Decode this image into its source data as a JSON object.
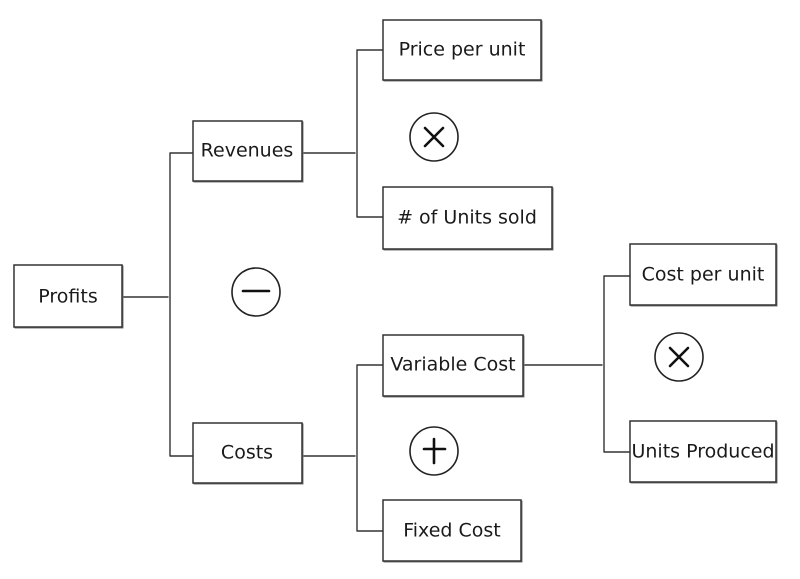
{
  "diagram": {
    "nodes": {
      "profits": "Profits",
      "revenues": "Revenues",
      "costs": "Costs",
      "price_per_unit": "Price per unit",
      "units_sold": "# of Units sold",
      "variable_cost": "Variable Cost",
      "fixed_cost": "Fixed Cost",
      "cost_per_unit": "Cost per unit",
      "units_produced": "Units Produced"
    },
    "operators": {
      "profits_minus": "minus",
      "revenues_times": "times",
      "costs_plus": "plus",
      "variable_times": "times"
    }
  }
}
